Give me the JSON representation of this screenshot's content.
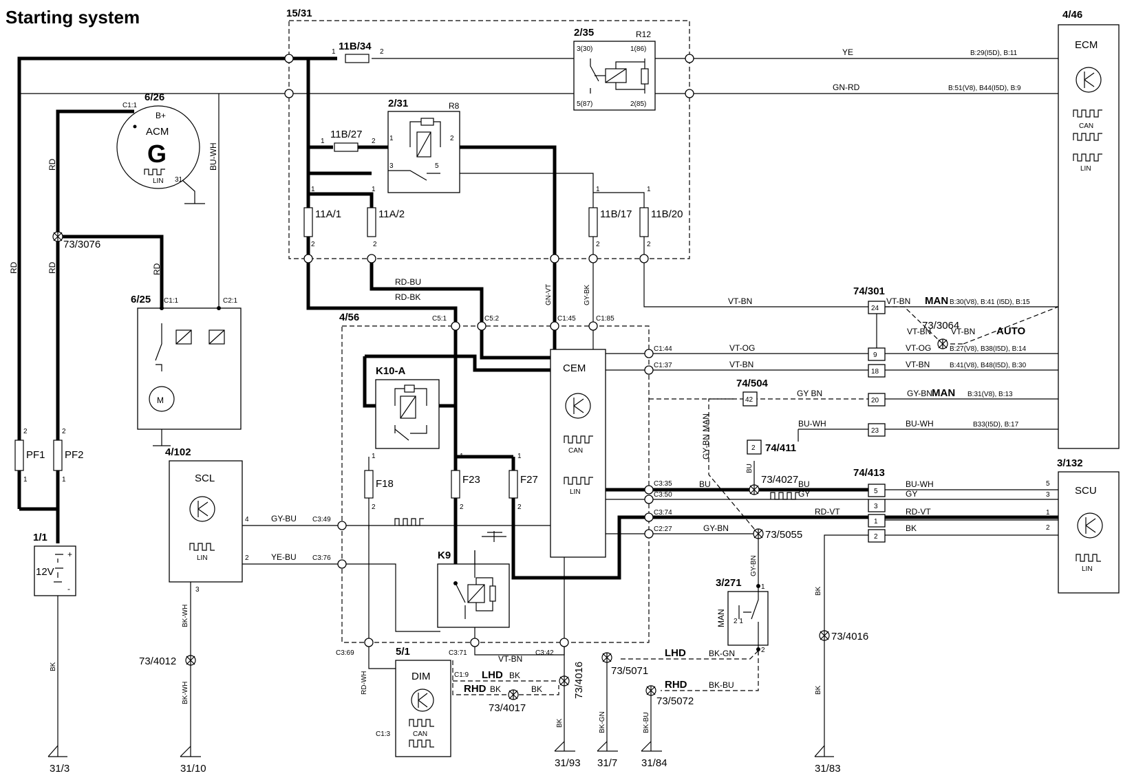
{
  "title": "Starting system",
  "components": {
    "c1531": {
      "id": "15/31"
    },
    "c235": {
      "id": "2/35",
      "ref": "R12",
      "p30": "3(30)",
      "p86": "1(86)",
      "p87": "5(87)",
      "p85": "2(85)"
    },
    "c231": {
      "id": "2/31",
      "ref": "R8",
      "p1": "1",
      "p2": "2",
      "p3": "3",
      "p5": "5"
    },
    "c446": {
      "id": "4/46",
      "name": "ECM",
      "can": "CAN",
      "lin": "LIN"
    },
    "c626": {
      "id": "6/26",
      "name": "ACM",
      "glyph": "G",
      "bplus": "B+",
      "lin": "LIN",
      "pin31": "31",
      "pin": "C1:1"
    },
    "c625": {
      "id": "6/25",
      "glyph": "M",
      "pin1": "C1:1",
      "pin2": "C2:1"
    },
    "c4102": {
      "id": "4/102",
      "name": "SCL",
      "lin": "LIN",
      "p4": "4",
      "p2": "2",
      "p3": "3"
    },
    "c11": {
      "id": "1/1",
      "label": "12V",
      "plus": "+",
      "minus": "-"
    },
    "c456": {
      "id": "4/56"
    },
    "cem": {
      "name": "CEM",
      "can": "CAN",
      "lin": "LIN"
    },
    "k10a": {
      "id": "K10-A"
    },
    "k9": {
      "id": "K9"
    },
    "c51": {
      "id": "5/1",
      "name": "DIM",
      "can": "CAN",
      "pin1": "C1:9",
      "pin2": "C1:3"
    },
    "c3132": {
      "id": "3/132",
      "name": "SCU",
      "lin": "LIN"
    },
    "c3271": {
      "id": "3/271",
      "label": "MAN",
      "p1": "1",
      "p2": "2",
      "p21": "2 1"
    },
    "c74301": {
      "id": "74/301",
      "pins": [
        "24",
        "9",
        "18",
        "20",
        "23"
      ]
    },
    "c74413": {
      "id": "74/413",
      "pins": [
        "5",
        "3",
        "1",
        "2"
      ]
    },
    "c74504": {
      "id": "74/504",
      "pin": "42"
    },
    "c74411": {
      "id": "74/411",
      "pin": "2"
    }
  },
  "fuses": {
    "f11b34": "11B/34",
    "f11b27": "11B/27",
    "f11a1": "11A/1",
    "f11a2": "11A/2",
    "f11b17": "11B/17",
    "f11b20": "11B/20",
    "f18": "F18",
    "f23": "F23",
    "f27": "F27",
    "pf1": "PF1",
    "pf2": "PF2",
    "n1": "1",
    "n2": "2"
  },
  "splices": {
    "s3076": "73/3076",
    "s3064": "73/3064",
    "s4027": "73/4027",
    "s5055": "73/5055",
    "s4016a": "73/4016",
    "s4016b": "73/4016",
    "s4012": "73/4012",
    "s4017": "73/4017",
    "s5071": "73/5071",
    "s5072": "73/5072"
  },
  "grounds": {
    "g313": "31/3",
    "g3110": "31/10",
    "g3193": "31/93",
    "g317": "31/7",
    "g3184": "31/84",
    "g3183": "31/83"
  },
  "wires": {
    "ye": "YE",
    "gnrd": "GN-RD",
    "buwh": "BU-WH",
    "rd": "RD",
    "rdbu": "RD-BU",
    "rdbk": "RD-BK",
    "gnvt": "GN-VT",
    "gybk": "GY-BK",
    "vtbn": "VT-BN",
    "vtog": "VT-OG",
    "gybn": "GY-BN",
    "gybn2": "GY BN",
    "gybnman": "GY-BN MAN",
    "bu": "BU",
    "gy": "GY",
    "rdvt": "RD-VT",
    "bk": "BK",
    "gybu": "GY-BU",
    "yebu": "YE-BU",
    "bkwh": "BK-WH",
    "rdwh": "RD-WH",
    "bkgn": "BK-GN",
    "bkbu": "BK-BU"
  },
  "connectors": {
    "c51": "C5:1",
    "c52": "C5:2",
    "c145": "C1:45",
    "c185": "C1:85",
    "c144": "C1:44",
    "c137": "C1:37",
    "c335": "C3:35",
    "c350": "C3:50",
    "c374": "C3:74",
    "c227": "C2:27",
    "c349": "C3:49",
    "c376": "C3:76",
    "c369": "C3:69",
    "c371": "C3:71",
    "c342": "C3:42"
  },
  "ecm_pins": {
    "ye": "B:29(I5D), B:11",
    "gnrd": "B:51(V8), B44(I5D), B:9",
    "p24": "B:30(V8), B:41 (I5D), B:15",
    "p9": "B:27(V8), B38(I5D), B:14",
    "p18": "B:41(V8), B48(I5D), B:30",
    "p20": "B:31(V8), B:13",
    "p23": "B33(I5D), B:17"
  },
  "scu_pins": [
    "5",
    "3",
    "1",
    "2"
  ],
  "labels": {
    "man": "MAN",
    "auto": "AUTO",
    "lhd": "LHD",
    "rhd": "RHD"
  }
}
